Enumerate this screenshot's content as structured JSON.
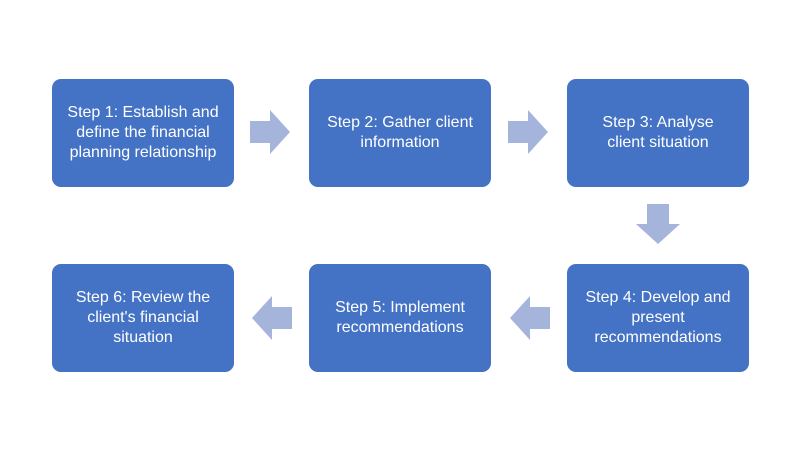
{
  "colors": {
    "box_fill": "#4472c4",
    "box_text": "#ffffff",
    "arrow_fill": "#a5b4db",
    "background": "#ffffff"
  },
  "steps": [
    {
      "label": "Step 1: Establish and\ndefine the financial\nplanning relationship"
    },
    {
      "label": "Step 2:  Gather client\ninformation"
    },
    {
      "label": "Step 3:  Analyse\nclient situation"
    },
    {
      "label": "Step 4:  Develop and\npresent\nrecommendations"
    },
    {
      "label": "Step 5:  Implement\nrecommendations"
    },
    {
      "label": "Step 6:  Review the\nclient's financial\nsituation"
    }
  ],
  "arrows": [
    {
      "icon": "arrow-right-icon"
    },
    {
      "icon": "arrow-right-icon"
    },
    {
      "icon": "arrow-down-icon"
    },
    {
      "icon": "arrow-left-icon"
    },
    {
      "icon": "arrow-left-icon"
    }
  ]
}
